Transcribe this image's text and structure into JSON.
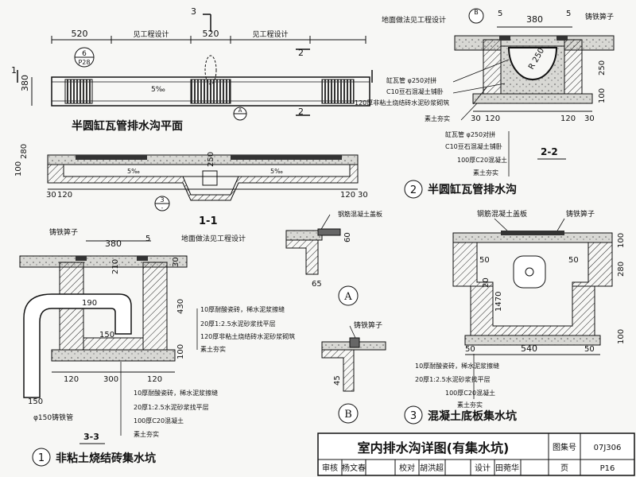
{
  "plan": {
    "title": "半圆缸瓦管排水沟平面",
    "dim_520_a": "520",
    "dim_see_a": "见工程设计",
    "dim_520_b": "520",
    "dim_see_b": "见工程设计",
    "dim_380": "380",
    "tag_1": "1",
    "tag_2_top": "2",
    "tag_2_bot": "2",
    "tag_3": "3",
    "tag_6": "6",
    "tag_p28": "P28",
    "tag_a": "A",
    "slope": "5‰"
  },
  "sec11": {
    "title": "1-1",
    "dim_100": "100",
    "dim_280": "280",
    "dim_250": "250",
    "dim_30l": "30",
    "dim_120l": "120",
    "dim_120r": "120",
    "dim_30r": "30",
    "tag_3": "3",
    "tag_p16": "-"
  },
  "sec22": {
    "note_top": "地面做法见工程设计",
    "tag_b": "B",
    "dim_5a": "5",
    "dim_380": "380",
    "dim_5b": "5",
    "grate": "铸铁箅子",
    "dim_250": "250",
    "dim_100": "100",
    "dim_r250": "R 250",
    "dim_30": "30",
    "dim_120a": "120",
    "dim_120b": "120",
    "dim_30b": "30",
    "layer1": "缸瓦管 φ250对拼",
    "layer2": "C10豆石混凝土铺卧",
    "layer3": "120厚非粘土烧结砖水泥砂浆砌筑",
    "layer4": "素土夯实",
    "layer5": "缸瓦管 φ250对拼",
    "layer6": "C10豆石混凝土铺卧",
    "layer7": "100厚C20混凝土",
    "layer8": "素土夯实",
    "title_code": "2-2",
    "num": "2",
    "title": "半圆缸瓦管排水沟"
  },
  "sec33": {
    "grate": "铸铁箅子",
    "dim_380": "380",
    "dim_5": "5",
    "note_top": "地面做法见工程设计",
    "dim_30": "30",
    "dim_210": "210",
    "dim_430": "430",
    "dim_190": "190",
    "dim_150a": "150",
    "dim_100": "100",
    "dim_120a": "120",
    "dim_300": "300",
    "dim_120b": "120",
    "dim_150b": "150",
    "pipe": "φ150铸铁管",
    "layer1": "10厚耐酸瓷砖，稀水泥浆擦缝",
    "layer2": "20厚1:2.5水泥砂浆找平层",
    "layer3": "120厚非粘土烧结砖水泥砂浆砌筑",
    "layer4": "素土夯实",
    "layer5": "10厚耐酸瓷砖，稀水泥浆擦缝",
    "layer6": "20厚1:2.5水泥砂浆找平层",
    "layer7": "100厚C20混凝土",
    "layer8": "素土夯实",
    "title_code": "3-3",
    "num": "1",
    "title": "非粘土烧结砖集水坑"
  },
  "detailA": {
    "label": "钢筋混凝土盖板",
    "dim_60": "60",
    "dim_65": "65",
    "letter": "A"
  },
  "detailB": {
    "label": "铸铁箅子",
    "dim_45": "45",
    "letter": "B"
  },
  "sec3": {
    "cover": "钢筋混凝土盖板",
    "grate": "铸铁箅子",
    "dim_50a": "50",
    "dim_50b": "50",
    "dim_100": "100",
    "dim_280": "280",
    "dim_20": "20",
    "dim_1470": "1470",
    "dim_50c": "50",
    "dim_540": "540",
    "dim_50d": "50",
    "dim_100b": "100",
    "layer1": "10厚耐酸瓷砖，稀水泥浆擦缝",
    "layer2": "20厚1:2.5水泥砂浆找平层",
    "layer3": "100厚C20混凝土",
    "layer4": "素土夯实",
    "num": "3",
    "title": "混凝土底板集水坑"
  },
  "titleblock": {
    "main_title": "室内排水沟详图(有集水坑)",
    "atlas_label": "图集号",
    "atlas_no": "07J306",
    "review_label": "审核",
    "reviewer": "杨文春",
    "check_label": "校对",
    "checker": "胡洪超",
    "design_label": "设计",
    "designer": "田菀华",
    "page_label": "页",
    "page_no": "P16"
  }
}
